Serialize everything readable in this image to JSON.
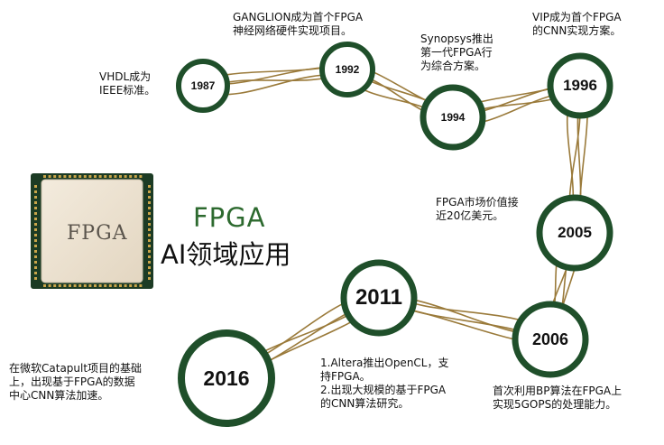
{
  "chip": {
    "label": "FPGA"
  },
  "title": {
    "line1": "FPGA",
    "line2": "AI领域应用"
  },
  "nodes": [
    {
      "id": "1987",
      "year": "1987",
      "note": [
        "VHDL成为",
        "IEEE标准。"
      ]
    },
    {
      "id": "1992",
      "year": "1992",
      "note": [
        "GANGLION成为首个FPGA",
        "神经网络硬件实现项目。"
      ]
    },
    {
      "id": "1994",
      "year": "1994",
      "note": [
        "Synopsys推出",
        "第一代FPGA行",
        "为综合方案。"
      ]
    },
    {
      "id": "1996",
      "year": "1996",
      "note": [
        "VIP成为首个FPGA",
        "的CNN实现方案。"
      ]
    },
    {
      "id": "2005",
      "year": "2005",
      "note": [
        "FPGA市场价值接",
        "近20亿美元。"
      ]
    },
    {
      "id": "2006",
      "year": "2006",
      "note": [
        "首次利用BP算法在FPGA上",
        "实现5GOPS的处理能力。"
      ]
    },
    {
      "id": "2011",
      "year": "2011",
      "note": [
        "1.Altera推出OpenCL，支",
        "持FPGA。",
        "2.出现大规模的基于FPGA",
        "的CNN算法研究。"
      ]
    },
    {
      "id": "2016",
      "year": "2016",
      "note": [
        "在微软Catapult项目的基础",
        "上，出现基于FPGA的数据",
        "中心CNN算法加速。"
      ]
    }
  ],
  "colors": {
    "ring": "#1f4f2a",
    "wire": "#9a7a3a",
    "title_accent": "#2d6a2f",
    "chip_body": "#ede3d2"
  }
}
